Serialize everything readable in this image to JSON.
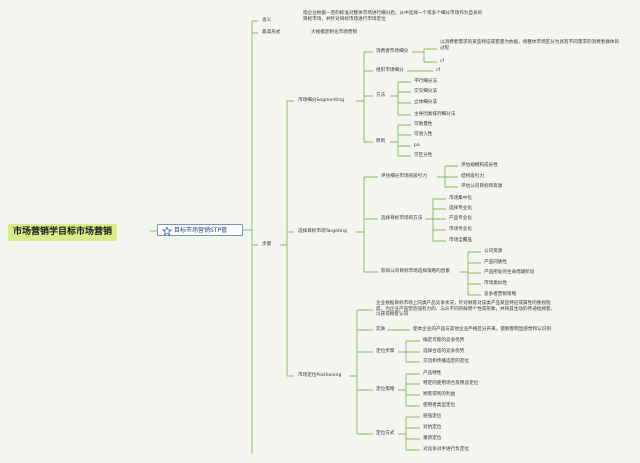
{
  "root": "市场营销学目标市场营销",
  "center": "目标市场营销STP管",
  "definition_label": "含义",
  "definition_text": "指企业根据一定的标准对整体市场进行细分后，从中选择一个或多个细分市场作为自身的目标市场，并针对目标市场进行市场定位",
  "basic_form_label": "最高形式",
  "basic_form_text": "大规模定制化市场营销",
  "steps_label": "步骤",
  "segmenting": {
    "label": "市场细分Segmenting",
    "consumer_market": "消费者市场细分",
    "consumer_text": "以消费者需求的某些特征或变量为依据，将整体市场区分为具有不同需求的消费者群体的过程",
    "consumer_sub": "cf",
    "org_market": "组织市场细分",
    "org_sub": "cf",
    "method_label": "方法",
    "methods": [
      "平行细分法",
      "交叉细分法",
      "立体细分法",
      "主导因素排列细分法"
    ],
    "principle_label": "原则",
    "principles": [
      "可衡量性",
      "可进入性",
      "pa",
      "可区分性"
    ]
  },
  "targeting": {
    "label": "选择目标市场Targeting",
    "evaluate_label": "评估细分市场的吸引力",
    "evaluate": [
      "评估规模和成长性",
      "结构吸引力",
      "评估公司目标和资源"
    ],
    "strategy_label": "选择目标市场的方法",
    "strategies": [
      "市场集中化",
      "选择专业化",
      "产品专业化",
      "市场专业化",
      "市场全覆盖"
    ],
    "factors_label": "影响公司目标市场选择策略的因素",
    "factors": [
      "公司资源",
      "产品同质性",
      "产品所处的生命周期阶段",
      "市场类似性",
      "竞争者营销策略"
    ]
  },
  "positioning": {
    "label": "市场定位Positioning",
    "definition": "企业根据目标市场上同类产品竞争状况，针对顾客对该类产品某些特征或属性的重视程度，为企业产品塑造强有力的、与众不同的鲜明个性或形象，并将其生动的传递给顾客，以获得顾客认同",
    "essence_label": "实质",
    "essence_text": "使本企业的产品与其他企业严格区分开来，使顾客明显感觉和认识到",
    "steps_label": "定位步骤",
    "steps": [
      "确定可能的竞争优势",
      "选择合适的竞争优势",
      "交流和传播选定的定位"
    ],
    "strategy_label": "定位策略",
    "strategies": [
      "产品特性",
      "特定的使用场合及用途定位",
      "顾客得到的利益",
      "使用者类型定位"
    ],
    "method_label": "定位方式",
    "methods": [
      "避强定位",
      "对抗定位",
      "重新定位",
      "对竞争对手进行负定位"
    ]
  }
}
